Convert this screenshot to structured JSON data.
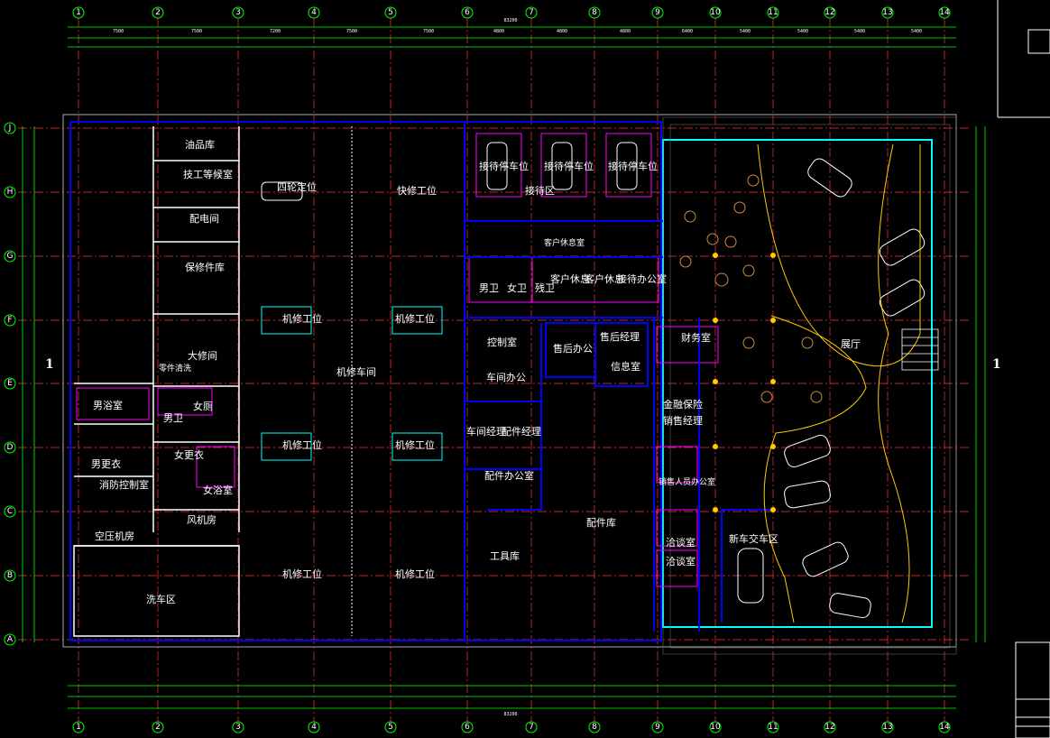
{
  "grid": {
    "columns": [
      "1",
      "2",
      "3",
      "4",
      "5",
      "6",
      "7",
      "8",
      "9",
      "10",
      "11",
      "12",
      "13",
      "14"
    ],
    "rows": [
      "J",
      "H",
      "G",
      "F",
      "E",
      "D",
      "C",
      "B",
      "A"
    ]
  },
  "dims": {
    "top_spans": [
      "7500",
      "7500",
      "7200",
      "7500",
      "7500",
      "4800",
      "4800",
      "4800",
      "6400",
      "5400",
      "5400",
      "5400",
      "5400"
    ],
    "overall": "83200"
  },
  "section_marks": [
    "1",
    "1"
  ],
  "rooms": {
    "oil_store": "油品库",
    "tech_waiting": "技工等候室",
    "power_room": "配电间",
    "warranty_store": "保修件库",
    "overhaul": "大修间",
    "parts_clean": "零件清洗",
    "male_wc": "男卫",
    "female_wc": "女厕",
    "male_shower": "男浴室",
    "female_shower": "女浴室",
    "male_locker": "男更衣",
    "female_locker": "女更衣",
    "fire_control": "消防控制室",
    "fan_room": "风机房",
    "compressor": "空压机房",
    "wash_area": "洗车区",
    "four_wheel": "四轮定位",
    "repair_1": "机修工位",
    "repair_2": "机修工位",
    "repair_3": "机修工位",
    "repair_4": "机修工位",
    "repair_5": "机修工位",
    "repair_6": "机修工位",
    "workshop": "机修车间",
    "quick_repair": "快修工位",
    "reception": "接待区",
    "recv_bay_1": "接待停车位",
    "recv_bay_2": "接待停车位",
    "recv_bay_3": "接待停车位",
    "customer_rest": "客户休息室",
    "wc_m": "男卫",
    "wc_f": "女卫",
    "wc_d": "残卫",
    "customer_lounge1": "客户休息",
    "customer_lounge2": "客户休息",
    "service_office": "接待办公室",
    "control_room": "控制室",
    "workshop_office": "车间办公",
    "after_sales_office": "售后办公",
    "after_sales_mgr": "售后经理",
    "info_room": "信息室",
    "workshop_mgr": "车间经理",
    "parts_mgr": "配件经理",
    "parts_office": "配件办公室",
    "parts_store": "配件库",
    "tool_store": "工具库",
    "finance": "财务室",
    "finance_insurance": "金融保险",
    "sales_mgr": "销售经理",
    "sales_office": "销售人员办公室",
    "negotiation1": "洽谈室",
    "negotiation2": "洽谈室",
    "delivery": "新车交车区",
    "showroom": "展厅"
  }
}
